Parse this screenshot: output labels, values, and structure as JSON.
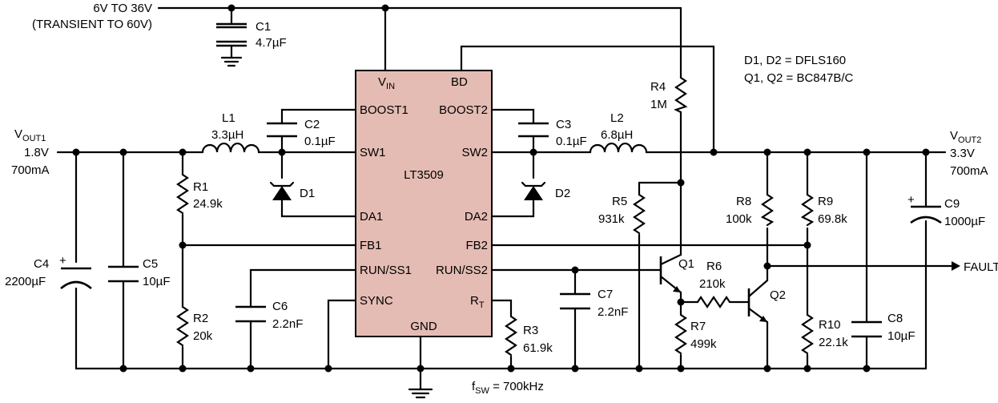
{
  "supply": {
    "line1": "6V TO 36V",
    "line2": "(TRANSIENT TO 60V)"
  },
  "ic": {
    "name": "LT3509",
    "pins": {
      "vin_main": "V",
      "vin_sub": "IN",
      "bd": "BD",
      "boost1": "BOOST1",
      "boost2": "BOOST2",
      "sw1": "SW1",
      "sw2": "SW2",
      "da1": "DA1",
      "da2": "DA2",
      "fb1": "FB1",
      "fb2": "FB2",
      "runss1": "RUN/SS1",
      "runss2": "RUN/SS2",
      "sync": "SYNC",
      "rt_main": "R",
      "rt_sub": "T",
      "gnd": "GND"
    }
  },
  "notes": {
    "diodes": "D1, D2 = DFLS160",
    "transistors": "Q1, Q2 = BC847B/C"
  },
  "vout1": {
    "main": "V",
    "sub": "OUT1",
    "voltage": "1.8V",
    "current": "700mA"
  },
  "vout2": {
    "main": "V",
    "sub": "OUT2",
    "voltage": "3.3V",
    "current": "700mA"
  },
  "components": {
    "c1": {
      "name": "C1",
      "value": "4.7µF"
    },
    "c2": {
      "name": "C2",
      "value": "0.1µF"
    },
    "c3": {
      "name": "C3",
      "value": "0.1µF"
    },
    "c4": {
      "name": "C4",
      "value": "2200µF"
    },
    "c5": {
      "name": "C5",
      "value": "10µF"
    },
    "c6": {
      "name": "C6",
      "value": "2.2nF"
    },
    "c7": {
      "name": "C7",
      "value": "2.2nF"
    },
    "c8": {
      "name": "C8",
      "value": "10µF"
    },
    "c9": {
      "name": "C9",
      "value": "1000µF"
    },
    "l1": {
      "name": "L1",
      "value": "3.3µH"
    },
    "l2": {
      "name": "L2",
      "value": "6.8µH"
    },
    "r1": {
      "name": "R1",
      "value": "24.9k"
    },
    "r2": {
      "name": "R2",
      "value": "20k"
    },
    "r3": {
      "name": "R3",
      "value": "61.9k"
    },
    "r4": {
      "name": "R4",
      "value": "1M"
    },
    "r5": {
      "name": "R5",
      "value": "931k"
    },
    "r6": {
      "name": "R6",
      "value": "210k"
    },
    "r7": {
      "name": "R7",
      "value": "499k"
    },
    "r8": {
      "name": "R8",
      "value": "100k"
    },
    "r9": {
      "name": "R9",
      "value": "69.8k"
    },
    "r10": {
      "name": "R10",
      "value": "22.1k"
    },
    "d1": {
      "name": "D1"
    },
    "d2": {
      "name": "D2"
    },
    "q1": {
      "name": "Q1"
    },
    "q2": {
      "name": "Q2"
    }
  },
  "fault": {
    "label": "FAULT"
  },
  "polarity": {
    "plus": "+"
  },
  "fsw": {
    "main": "f",
    "sub": "SW",
    "rest": " = 700kHz"
  }
}
